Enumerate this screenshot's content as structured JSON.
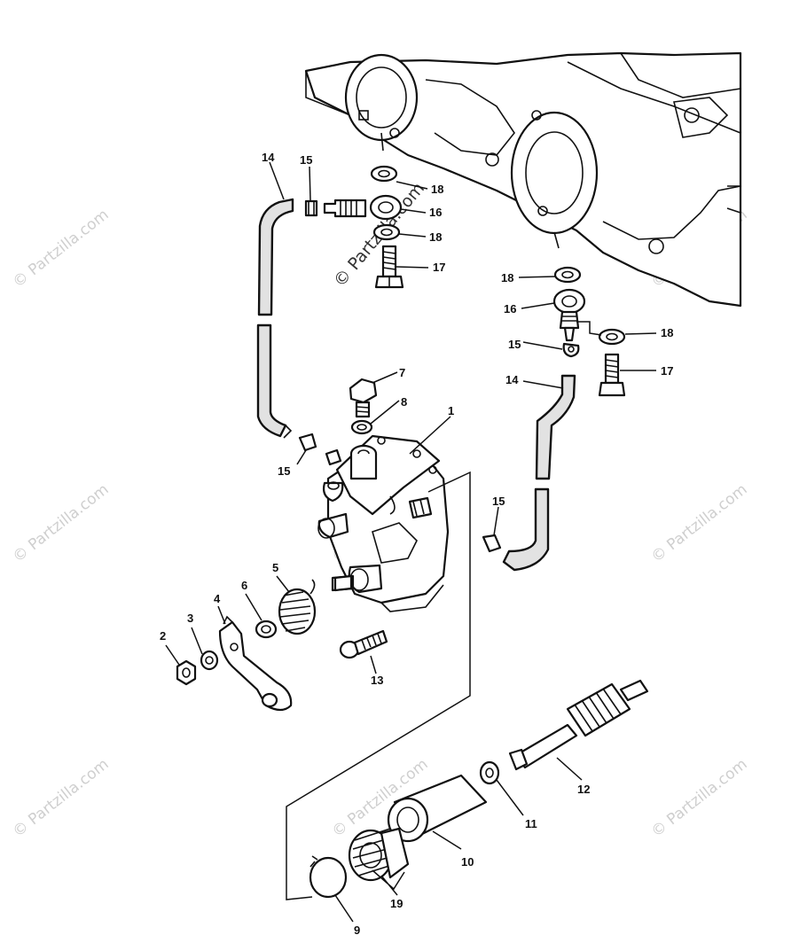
{
  "watermark": {
    "text": "© Partzilla.com",
    "center_text": "© Partzilla.com"
  },
  "callouts": {
    "c1": "1",
    "c2": "2",
    "c3": "3",
    "c4": "4",
    "c5": "5",
    "c6": "6",
    "c7": "7",
    "c8": "8",
    "c9": "9",
    "c10": "10",
    "c11": "11",
    "c12": "12",
    "c13": "13",
    "c14a": "14",
    "c14b": "14",
    "c15a": "15",
    "c15b": "15",
    "c15c": "15",
    "c15d": "15",
    "c16a": "16",
    "c16b": "16",
    "c17a": "17",
    "c17b": "17",
    "c18a": "18",
    "c18b": "18",
    "c18c": "18",
    "c18d": "18",
    "c19": "19"
  },
  "colors": {
    "line": "#111111",
    "hose_fill": "#e2e2e2",
    "watermark": "#cfcfcf"
  }
}
